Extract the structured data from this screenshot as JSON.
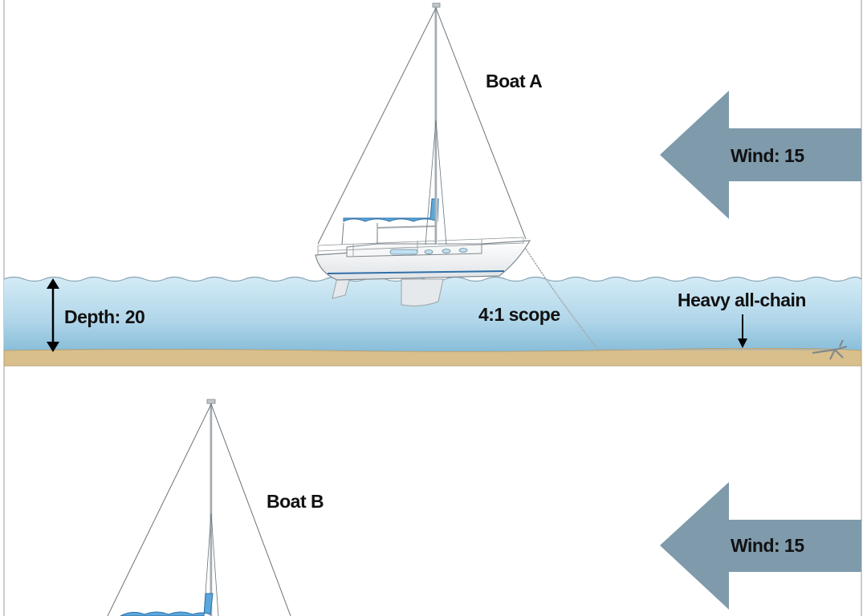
{
  "panel_a": {
    "boat_label": "Boat A",
    "wind_label": "Wind: 15",
    "depth_label": "Depth: 20",
    "scope_label": "4:1 scope",
    "rode_label": "Heavy all-chain"
  },
  "panel_b": {
    "boat_label": "Boat B",
    "wind_label": "Wind: 15"
  },
  "colors": {
    "water_top": "#cfe8f4",
    "water_bottom": "#8cc1dc",
    "seabed": "#d8bf8c",
    "wind_arrow": "#7e9aab",
    "bimini": "#5aa7dc"
  }
}
